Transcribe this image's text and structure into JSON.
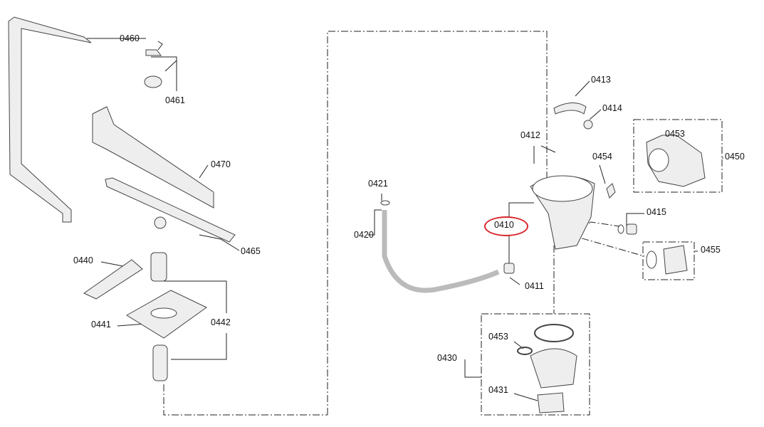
{
  "diagram": {
    "labels": {
      "p0460": "0460",
      "p0461": "0461",
      "p0470": "0470",
      "p0465": "0465",
      "p0440": "0440",
      "p0441": "0441",
      "p0442": "0442",
      "p0421": "0421",
      "p0420": "0420",
      "p0410": "0410",
      "p0411": "0411",
      "p0412": "0412",
      "p0413": "0413",
      "p0414": "0414",
      "p0454": "0454",
      "p0453a": "0453",
      "p0450": "0450",
      "p0415": "0415",
      "p0455": "0455",
      "p0430": "0430",
      "p0453b": "0453",
      "p0431": "0431"
    },
    "highlighted_part": "0410",
    "highlight_color": "#d9262c"
  }
}
